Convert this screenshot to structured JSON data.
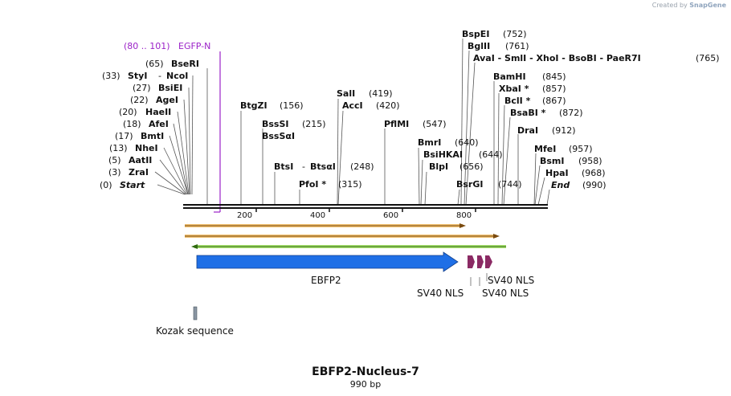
{
  "credit": {
    "prefix": "Created by",
    "brand": "SnapGene"
  },
  "map": {
    "name": "EBFP2-Nucleus-7",
    "length_label": "990 bp",
    "length": 990,
    "ticks": [
      {
        "pos": 200,
        "label": "200"
      },
      {
        "pos": 400,
        "label": "400"
      },
      {
        "pos": 600,
        "label": "600"
      },
      {
        "pos": 800,
        "label": "800"
      }
    ],
    "primer": {
      "range": "(80 .. 101)",
      "name": "EGFP-N",
      "color": "#9b22c8"
    },
    "sites": [
      {
        "name": "Start",
        "pos": "(0)",
        "italic": true
      },
      {
        "name": "ZraI",
        "pos": "(3)"
      },
      {
        "name": "AatII",
        "pos": "(5)"
      },
      {
        "name": "NheI",
        "pos": "(13)"
      },
      {
        "name": "BmtI",
        "pos": "(17)"
      },
      {
        "name": "AfeI",
        "pos": "(18)"
      },
      {
        "name": "HaeII",
        "pos": "(20)"
      },
      {
        "name": "AgeI",
        "pos": "(22)"
      },
      {
        "name": "BsiEI",
        "pos": "(27)"
      },
      {
        "name": "StyI",
        "name2": "NcoI",
        "pos": "(33)"
      },
      {
        "name": "BseRI",
        "pos": "(65)"
      },
      {
        "name": "BtgZI",
        "pos": "(156)"
      },
      {
        "name": "BssSI",
        "pos": "(215)"
      },
      {
        "name": "BssSαI",
        "pos": ""
      },
      {
        "name": "BtsI",
        "name2": "BtsαI",
        "pos": "(248)"
      },
      {
        "name": "PfoI *",
        "pos": "(315)"
      },
      {
        "name": "SalI",
        "pos": "(419)"
      },
      {
        "name": "AccI",
        "pos": "(420)"
      },
      {
        "name": "PflMI",
        "pos": "(547)"
      },
      {
        "name": "BmrI",
        "pos": "(640)"
      },
      {
        "name": "BsiHKAI",
        "pos": "(644)"
      },
      {
        "name": "BlpI",
        "pos": "(656)"
      },
      {
        "name": "BsrGI",
        "pos": "(744)"
      },
      {
        "name": "BspEI",
        "pos": "(752)"
      },
      {
        "name": "BglII",
        "pos": "(761)"
      },
      {
        "name": "AvaI - SmlI - XhoI - BsoBI - PaeR7I",
        "pos": "(765)"
      },
      {
        "name": "BamHI",
        "pos": "(845)"
      },
      {
        "name": "XbaI *",
        "pos": "(857)"
      },
      {
        "name": "BclI *",
        "pos": "(867)"
      },
      {
        "name": "BsaBI *",
        "pos": "(872)"
      },
      {
        "name": "DraI",
        "pos": "(912)"
      },
      {
        "name": "MfeI",
        "pos": "(957)"
      },
      {
        "name": "BsmI",
        "pos": "(958)"
      },
      {
        "name": "HpaI",
        "pos": "(968)"
      },
      {
        "name": "End",
        "pos": "(990)",
        "italic": true
      }
    ],
    "features": [
      {
        "name": "EBFP2",
        "type": "CDS",
        "color": "#1f6fe6"
      },
      {
        "name": "SV40 NLS",
        "type": "NLS",
        "color": "#8b2a64"
      },
      {
        "name": "SV40 NLS",
        "type": "NLS",
        "color": "#8b2a64"
      },
      {
        "name": "SV40 NLS",
        "type": "NLS",
        "color": "#8b2a64"
      },
      {
        "name": "Kozak sequence",
        "type": "misc",
        "color": "#8a96a3"
      }
    ],
    "orfs": [
      {
        "color": "#f0c070"
      },
      {
        "color": "#f0c070"
      },
      {
        "color": "#a8e070"
      }
    ]
  }
}
